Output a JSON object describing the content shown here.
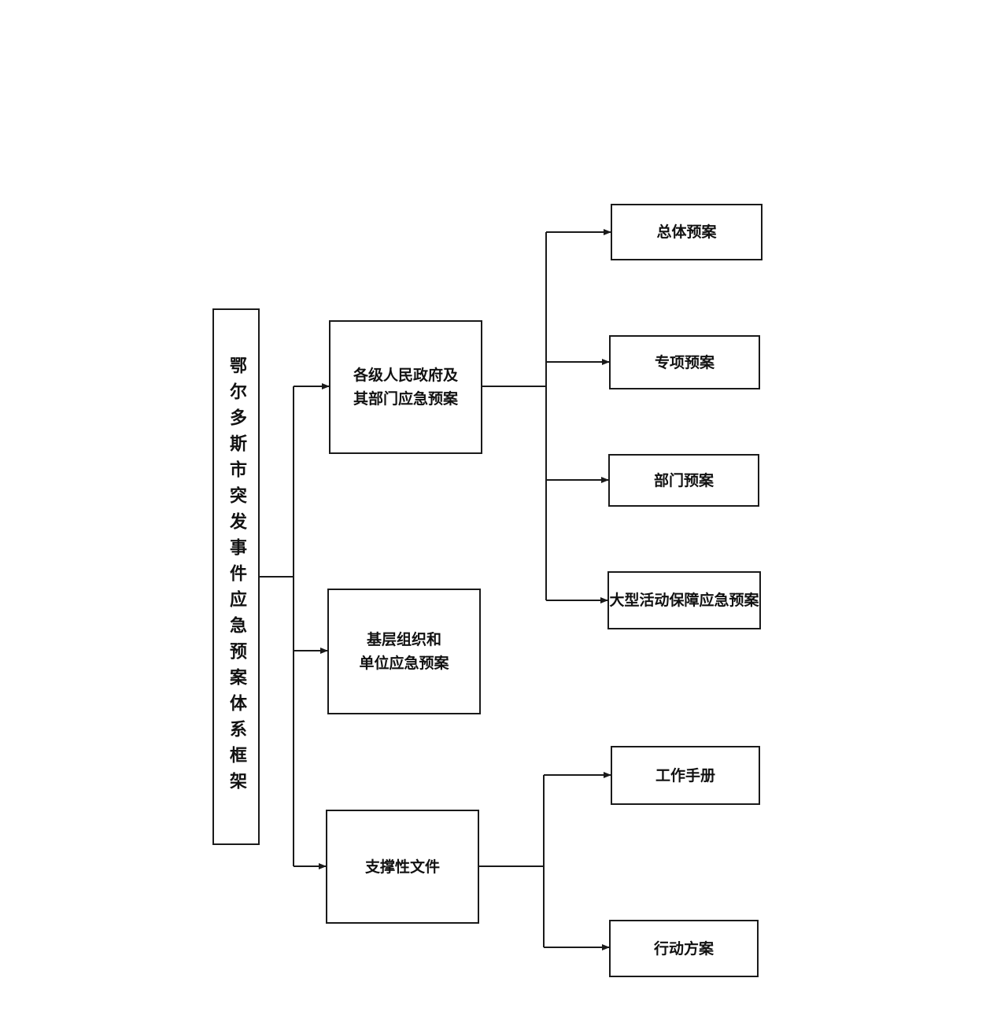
{
  "diagram": {
    "root": {
      "label": "鄂尔多斯市突发事件应急预案体系框架"
    },
    "level1": [
      {
        "id": "gov",
        "label": "各级人民政府及\n其部门应急预案"
      },
      {
        "id": "grassroots",
        "label": "基层组织和\n单位应急预案"
      },
      {
        "id": "support",
        "label": "支撑性文件"
      }
    ],
    "level2_gov": [
      {
        "label": "总体预案"
      },
      {
        "label": "专项预案"
      },
      {
        "label": "部门预案"
      },
      {
        "label": "大型活动保障应急预案"
      }
    ],
    "level2_support": [
      {
        "label": "工作手册"
      },
      {
        "label": "行动方案"
      }
    ]
  }
}
